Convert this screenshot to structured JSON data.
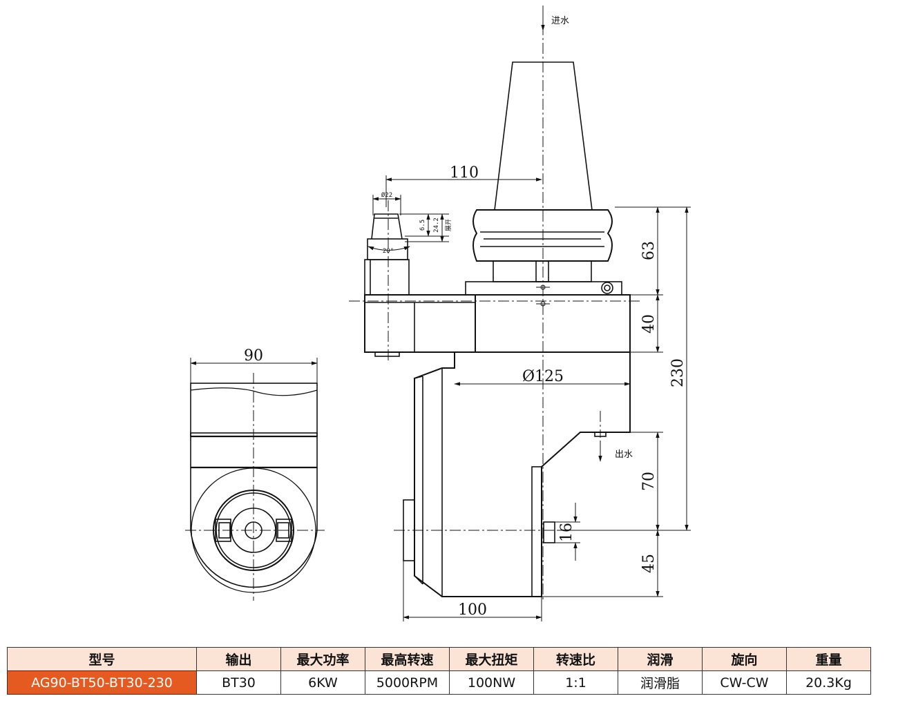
{
  "labels": {
    "water_in": "进水",
    "water_out": "出水"
  },
  "dimensions": {
    "d110": "110",
    "d90": "90",
    "d125": "Ø125",
    "d63": "63",
    "d40": "40",
    "d230": "230",
    "d70": "70",
    "d45": "45",
    "d16": "16",
    "d100": "100",
    "d22": "Ø22",
    "d6_5": "6.5",
    "d24_2": "24.2",
    "d_open": "展开",
    "a20": "20°"
  },
  "table": {
    "headers": [
      "型号",
      "输出",
      "最大功率",
      "最高转速",
      "最大扭矩",
      "转速比",
      "润滑",
      "旋向",
      "重量"
    ],
    "row": [
      "AG90-BT50-BT30-230",
      "BT30",
      "6KW",
      "5000RPM",
      "100NW",
      "1:1",
      "润滑脂",
      "CW-CW",
      "20.3Kg"
    ]
  },
  "colors": {
    "header_bg": "#fbe3d6",
    "model_bg": "#e55a20",
    "model_text": "#ffffff"
  }
}
